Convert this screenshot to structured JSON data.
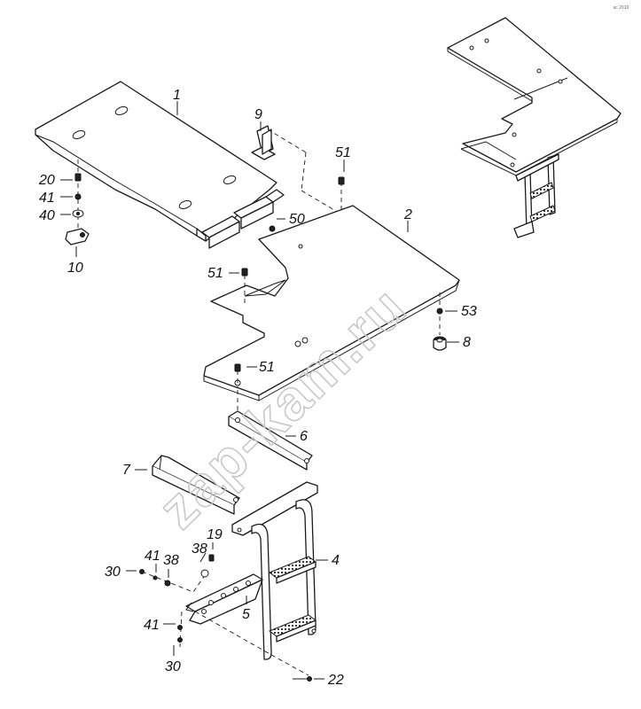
{
  "watermark": "zap-kam.ru",
  "corner_mark": "кс 2010",
  "labels": {
    "p1": "1",
    "p2": "2",
    "p4": "4",
    "p5": "5",
    "p6": "6",
    "p7": "7",
    "p8": "8",
    "p9": "9",
    "p10": "10",
    "p19": "19",
    "p20": "20",
    "p22": "22",
    "p30a": "30",
    "p30b": "30",
    "p38a": "38",
    "p38b": "38",
    "p40": "40",
    "p41a": "41",
    "p41b": "41",
    "p41c": "41",
    "p50": "50",
    "p51a": "51",
    "p51b": "51",
    "p51c": "51",
    "p53": "53"
  }
}
